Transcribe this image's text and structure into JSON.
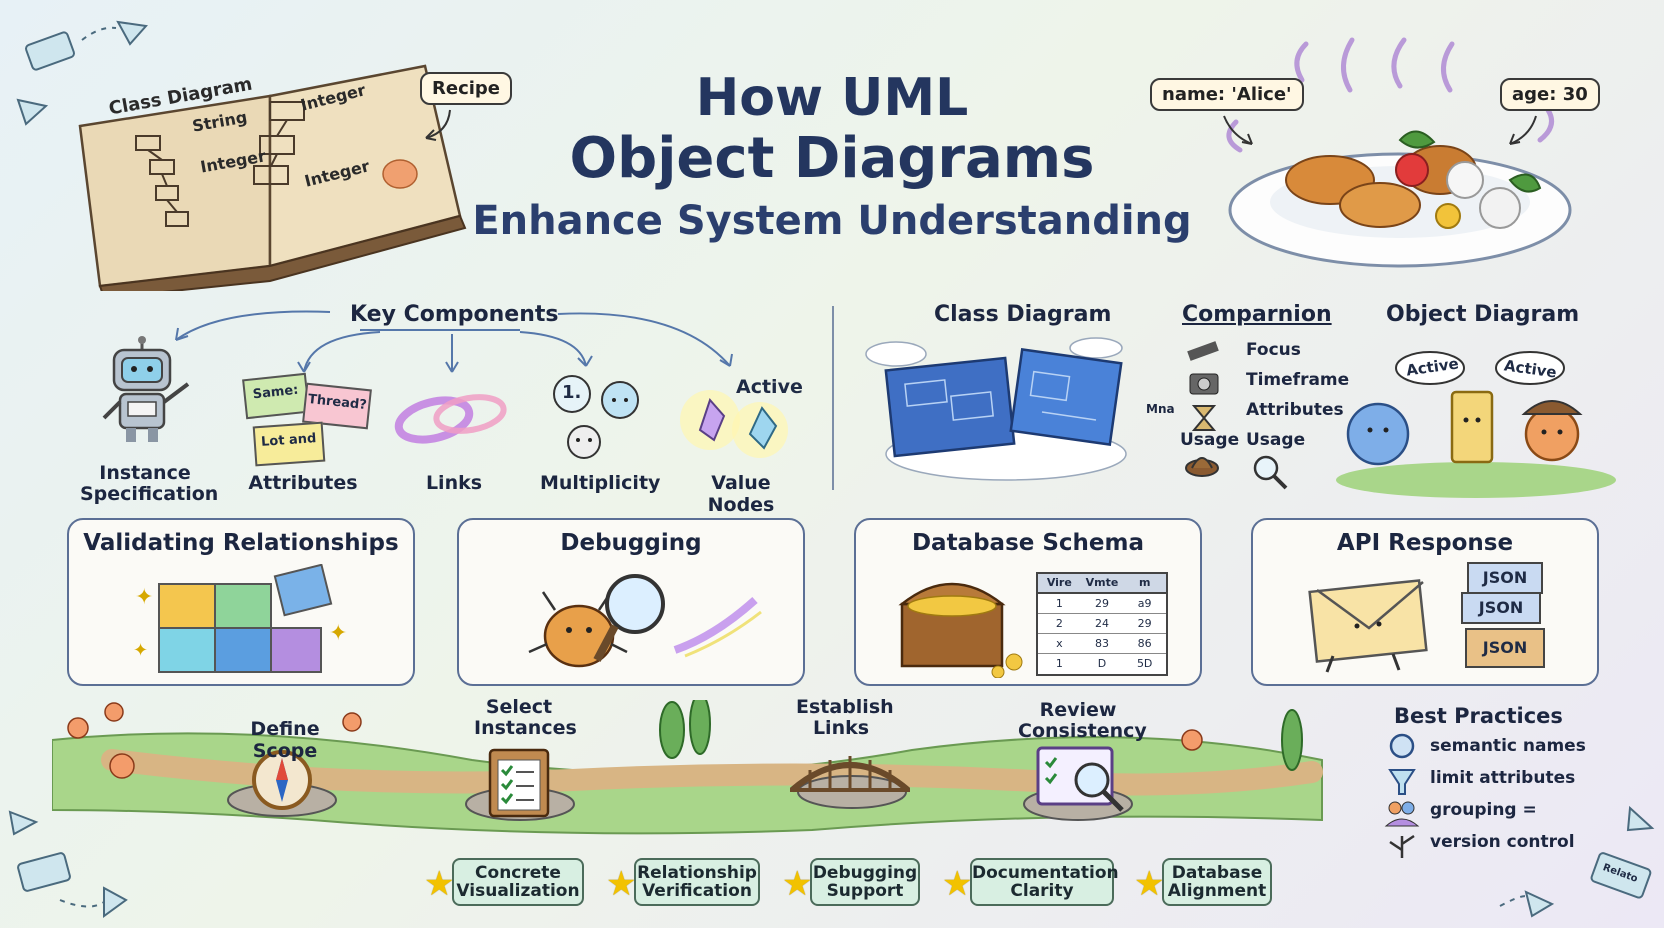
{
  "title": {
    "line1": "How UML",
    "line2": "Object Diagrams",
    "line3": "Enhance System Understanding"
  },
  "header_tags": {
    "recipe": "Recipe",
    "name": "name: 'Alice'",
    "age": "age: 30"
  },
  "book": {
    "heading": "Class Diagram",
    "words": [
      "String",
      "Integer",
      "Integer",
      "Integer"
    ]
  },
  "key_components": {
    "heading": "Key Components",
    "items": [
      {
        "label": "Instance Specification",
        "icon": "robot-icon"
      },
      {
        "label": "Attributes",
        "icon": "sticky-notes-icon"
      },
      {
        "label": "Links",
        "icon": "link-loop-icon"
      },
      {
        "label": "Multiplicity",
        "icon": "bubbles-icon"
      },
      {
        "label": "Value Nodes",
        "icon": "crystals-icon",
        "extra": "Active"
      }
    ],
    "notes": [
      "Same:",
      "Thread?",
      "Lot and"
    ],
    "bubble": "1."
  },
  "comparison": {
    "left_heading": "Class Diagram",
    "middle_heading": "Comparnion",
    "right_heading": "Object Diagram",
    "rows": [
      "Focus",
      "Timeframe",
      "Attributes",
      "Usage"
    ],
    "left_row_label": "Usage",
    "left_row_prefix": "Mna",
    "speech": [
      "Active",
      "Active"
    ]
  },
  "use_cases": [
    {
      "title": "Validating Relationships",
      "icon": "puzzle-icon"
    },
    {
      "title": "Debugging",
      "icon": "bug-magnifier-icon"
    },
    {
      "title": "Database Schema",
      "icon": "treasure-chest-icon"
    },
    {
      "title": "API Response",
      "icon": "envelope-json-icon"
    }
  ],
  "db_table": {
    "headers": [
      "Vire",
      "Vmte",
      "m"
    ],
    "rows": [
      [
        "1",
        "29",
        "a9"
      ],
      [
        "2",
        "24",
        "29"
      ],
      [
        "x",
        "83",
        "86"
      ],
      [
        "1",
        "D",
        "5D"
      ]
    ]
  },
  "json_labels": [
    "JSON",
    "JSON",
    "JSON"
  ],
  "path_steps": [
    {
      "label": "Define Scope",
      "icon": "compass-icon"
    },
    {
      "label": "Select Instances",
      "icon": "clipboard-icon"
    },
    {
      "label": "Establish Links",
      "icon": "bridge-icon"
    },
    {
      "label": "Review Consistency",
      "icon": "checklist-magnifier-icon"
    }
  ],
  "best_practices": {
    "heading": "Best Practices",
    "items": [
      {
        "label": "semantic names",
        "icon": "gear-badge-icon"
      },
      {
        "label": "limit attributes",
        "icon": "funnel-icon"
      },
      {
        "label": "grouping =",
        "icon": "people-group-icon"
      },
      {
        "label": "version control",
        "icon": "branch-icon"
      }
    ]
  },
  "benefits": [
    {
      "line1": "Concrete",
      "line2": "Visualization"
    },
    {
      "line1": "Relationship",
      "line2": "Verification"
    },
    {
      "line1": "Debugging",
      "line2": "Support"
    },
    {
      "line1": "Documentation",
      "line2": "Clarity"
    },
    {
      "line1": "Database",
      "line2": "Alignment"
    }
  ],
  "corner_tag": "Relato",
  "colors": {
    "title": "#24365f",
    "card_border": "#5b6f95",
    "badge_fill": "#d8efe2",
    "star": "#f2c200"
  }
}
